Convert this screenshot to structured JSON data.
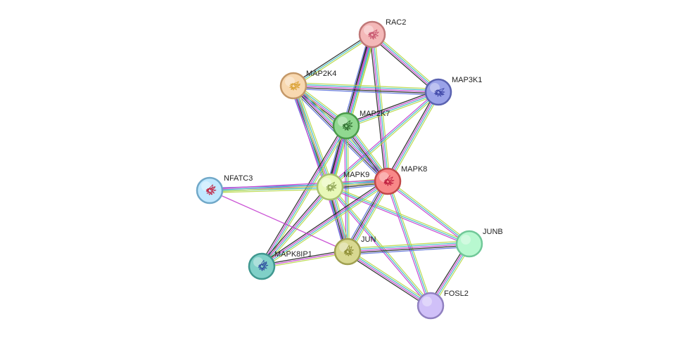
{
  "network": {
    "edge_colors": [
      "#b8d84a",
      "#3dbac2",
      "#c43fd0",
      "#222222",
      "#5a6fd8"
    ],
    "nodes": [
      {
        "id": "RAC2",
        "label": "RAC2",
        "fill": "#f4b8b8",
        "stroke": "#c07878",
        "glyph": "#c8566f"
      },
      {
        "id": "MAP2K4",
        "label": "MAP2K4",
        "fill": "#f8d8b0",
        "stroke": "#c49868",
        "glyph": "#d9a030"
      },
      {
        "id": "MAP3K1",
        "label": "MAP3K1",
        "fill": "#9aa2e8",
        "stroke": "#5a62b0",
        "glyph": "#4048a8"
      },
      {
        "id": "MAP2K7",
        "label": "MAP2K7",
        "fill": "#90d890",
        "stroke": "#4a9a4a",
        "glyph": "#2f6f2f"
      },
      {
        "id": "MAPK9",
        "label": "MAPK9",
        "fill": "#e8f8b8",
        "stroke": "#a8c070",
        "glyph": "#8aa050"
      },
      {
        "id": "MAPK8",
        "label": "MAPK8",
        "fill": "#f88888",
        "stroke": "#c04848",
        "glyph": "#c02040"
      },
      {
        "id": "NFATC3",
        "label": "NFATC3",
        "fill": "#c0e8ff",
        "stroke": "#70a8c8",
        "glyph": "#c02040"
      },
      {
        "id": "JUNB",
        "label": "JUNB",
        "fill": "#b8f8d0",
        "stroke": "#70c898",
        "glyph": ""
      },
      {
        "id": "JUN",
        "label": "JUN",
        "fill": "#d8d890",
        "stroke": "#a0a050",
        "glyph": "#8a8a30"
      },
      {
        "id": "MAPK8IP1",
        "label": "MAPK8IP1",
        "fill": "#80d0c8",
        "stroke": "#409890",
        "glyph": "#3050a0"
      },
      {
        "id": "FOSL2",
        "label": "FOSL2",
        "fill": "#d0c0f8",
        "stroke": "#9080c0",
        "glyph": ""
      }
    ],
    "edges": [
      {
        "source": "RAC2",
        "target": "MAP2K4",
        "colors": [
          0,
          1,
          3
        ]
      },
      {
        "source": "RAC2",
        "target": "MAP3K1",
        "colors": [
          0,
          1,
          2,
          3
        ]
      },
      {
        "source": "RAC2",
        "target": "MAP2K7",
        "colors": [
          0,
          1,
          2,
          3,
          4
        ]
      },
      {
        "source": "RAC2",
        "target": "MAPK8",
        "colors": [
          0,
          1,
          2,
          3
        ]
      },
      {
        "source": "RAC2",
        "target": "MAPK9",
        "colors": [
          0,
          1,
          2,
          3
        ]
      },
      {
        "source": "MAP2K4",
        "target": "MAP3K1",
        "colors": [
          0,
          1,
          2,
          3,
          4
        ]
      },
      {
        "source": "MAP2K4",
        "target": "MAP2K7",
        "colors": [
          0,
          1,
          2,
          3,
          4
        ]
      },
      {
        "source": "MAP2K4",
        "target": "MAPK8",
        "colors": [
          0,
          1,
          2,
          3,
          4
        ]
      },
      {
        "source": "MAP2K4",
        "target": "MAPK9",
        "colors": [
          0,
          1,
          2,
          3,
          4
        ]
      },
      {
        "source": "MAP2K4",
        "target": "JUN",
        "colors": [
          0,
          1,
          2
        ]
      },
      {
        "source": "MAP3K1",
        "target": "MAP2K7",
        "colors": [
          0,
          1,
          2,
          3
        ]
      },
      {
        "source": "MAP3K1",
        "target": "MAPK8",
        "colors": [
          0,
          1,
          2,
          3
        ]
      },
      {
        "source": "MAP3K1",
        "target": "MAPK9",
        "colors": [
          0,
          1,
          2
        ]
      },
      {
        "source": "MAP2K7",
        "target": "MAPK8",
        "colors": [
          0,
          1,
          2,
          3,
          4
        ]
      },
      {
        "source": "MAP2K7",
        "target": "MAPK9",
        "colors": [
          0,
          1,
          2,
          3,
          4
        ]
      },
      {
        "source": "MAP2K7",
        "target": "JUN",
        "colors": [
          0,
          1,
          2
        ]
      },
      {
        "source": "MAP2K7",
        "target": "MAPK8IP1",
        "colors": [
          0,
          1,
          2,
          3
        ]
      },
      {
        "source": "MAPK9",
        "target": "MAPK8",
        "colors": [
          0,
          1,
          2,
          3,
          4
        ]
      },
      {
        "source": "MAPK9",
        "target": "NFATC3",
        "colors": [
          0,
          1,
          2,
          4
        ]
      },
      {
        "source": "MAPK9",
        "target": "JUN",
        "colors": [
          0,
          1,
          2,
          3,
          4
        ]
      },
      {
        "source": "MAPK9",
        "target": "MAPK8IP1",
        "colors": [
          0,
          1,
          2,
          3
        ]
      },
      {
        "source": "MAPK9",
        "target": "JUNB",
        "colors": [
          0,
          1,
          2
        ]
      },
      {
        "source": "MAPK9",
        "target": "FOSL2",
        "colors": [
          0,
          1,
          2
        ]
      },
      {
        "source": "MAPK8",
        "target": "NFATC3",
        "colors": [
          0,
          1,
          2
        ]
      },
      {
        "source": "MAPK8",
        "target": "JUN",
        "colors": [
          0,
          1,
          2,
          3,
          4
        ]
      },
      {
        "source": "MAPK8",
        "target": "MAPK8IP1",
        "colors": [
          0,
          1,
          2,
          3
        ]
      },
      {
        "source": "MAPK8",
        "target": "JUNB",
        "colors": [
          0,
          1,
          2
        ]
      },
      {
        "source": "MAPK8",
        "target": "FOSL2",
        "colors": [
          0,
          1,
          2
        ]
      },
      {
        "source": "NFATC3",
        "target": "JUN",
        "colors": [
          2
        ]
      },
      {
        "source": "JUN",
        "target": "MAPK8IP1",
        "colors": [
          0,
          2,
          3
        ]
      },
      {
        "source": "JUN",
        "target": "JUNB",
        "colors": [
          0,
          1,
          2,
          3,
          4
        ]
      },
      {
        "source": "JUN",
        "target": "FOSL2",
        "colors": [
          0,
          1,
          2,
          3
        ]
      },
      {
        "source": "JUNB",
        "target": "FOSL2",
        "colors": [
          0,
          1,
          2,
          3
        ]
      }
    ]
  }
}
